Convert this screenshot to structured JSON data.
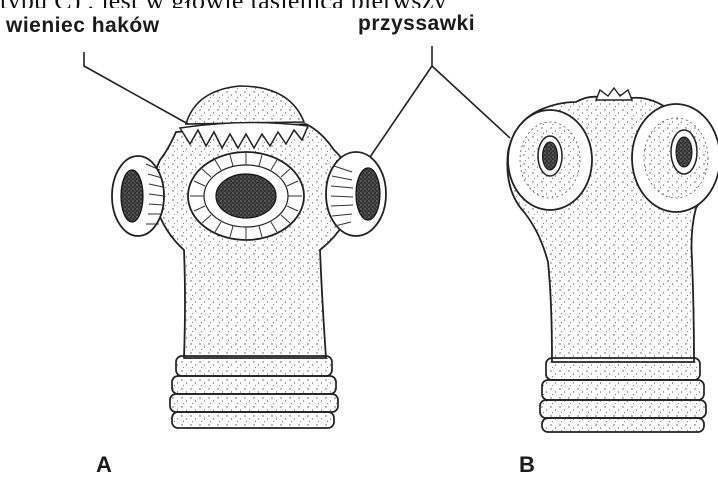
{
  "cut_off_text": "typu C) , jest w głowie tasiemca pierwszy",
  "labels": {
    "hook_crown": "wieniec haków",
    "suckers": "przyssawki"
  },
  "figures": {
    "a": "A",
    "b": "B"
  },
  "colors": {
    "ink": "#1a1a1a",
    "sucker_dark": "#2a2a2a",
    "background": "#ffffff"
  }
}
